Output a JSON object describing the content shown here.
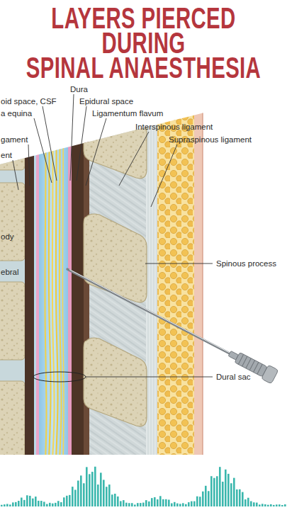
{
  "diagram": {
    "title": "LAYERS PIERCED DURING SPINAL ANAESTHESIA",
    "labels": [
      "Dura",
      "oid space, CSF",
      "Epidural space",
      "a equina",
      "Ligamentum flavum",
      "Interspinous ligament",
      "gament",
      "Supraspinous ligament",
      "ent",
      "ody",
      "Spinous process",
      "ebral",
      "Dural sac"
    ]
  }
}
